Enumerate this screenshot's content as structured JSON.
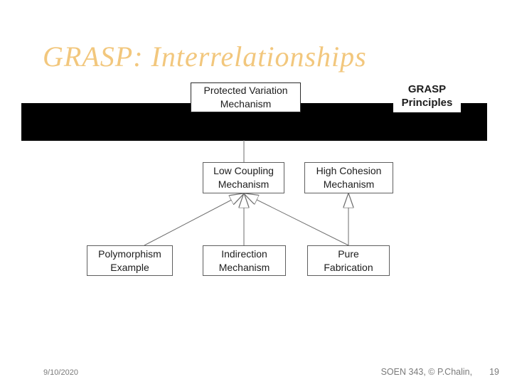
{
  "slide": {
    "title": "GRASP: Interrelationships",
    "footer": {
      "date": "9/10/2020",
      "course": "SOEN 343, © P.Chalin,",
      "page_number": "19"
    },
    "colors": {
      "title_text": "#F2C77D",
      "redaction_band": "#000000",
      "box_text": "#1c1c1c",
      "connector": "#6e6e6e",
      "footer_text": "#7a7a7a"
    }
  },
  "diagram": {
    "nodes": {
      "protected_variation": {
        "line1": "Protected Variation",
        "line2": "Mechanism"
      },
      "grasp_principles": {
        "line1": "GRASP",
        "line2": "Principles"
      },
      "low_coupling": {
        "line1": "Low Coupling",
        "line2": "Mechanism"
      },
      "high_cohesion": {
        "line1": "High Cohesion",
        "line2": "Mechanism"
      },
      "polymorphism": {
        "line1": "Polymorphism",
        "line2": "Example"
      },
      "indirection": {
        "line1": "Indirection",
        "line2": "Mechanism"
      },
      "pure_fabrication": {
        "line1": "Pure",
        "line2": "Fabrication"
      }
    },
    "edges": [
      {
        "from": "low_coupling",
        "to": "protected_variation",
        "type": "generalization",
        "note": "arrowhead hidden behind black band"
      },
      {
        "from": "polymorphism",
        "to": "low_coupling",
        "type": "generalization"
      },
      {
        "from": "indirection",
        "to": "low_coupling",
        "type": "generalization"
      },
      {
        "from": "pure_fabrication",
        "to": "low_coupling",
        "type": "generalization"
      },
      {
        "from": "pure_fabrication",
        "to": "high_cohesion",
        "type": "generalization"
      }
    ]
  }
}
